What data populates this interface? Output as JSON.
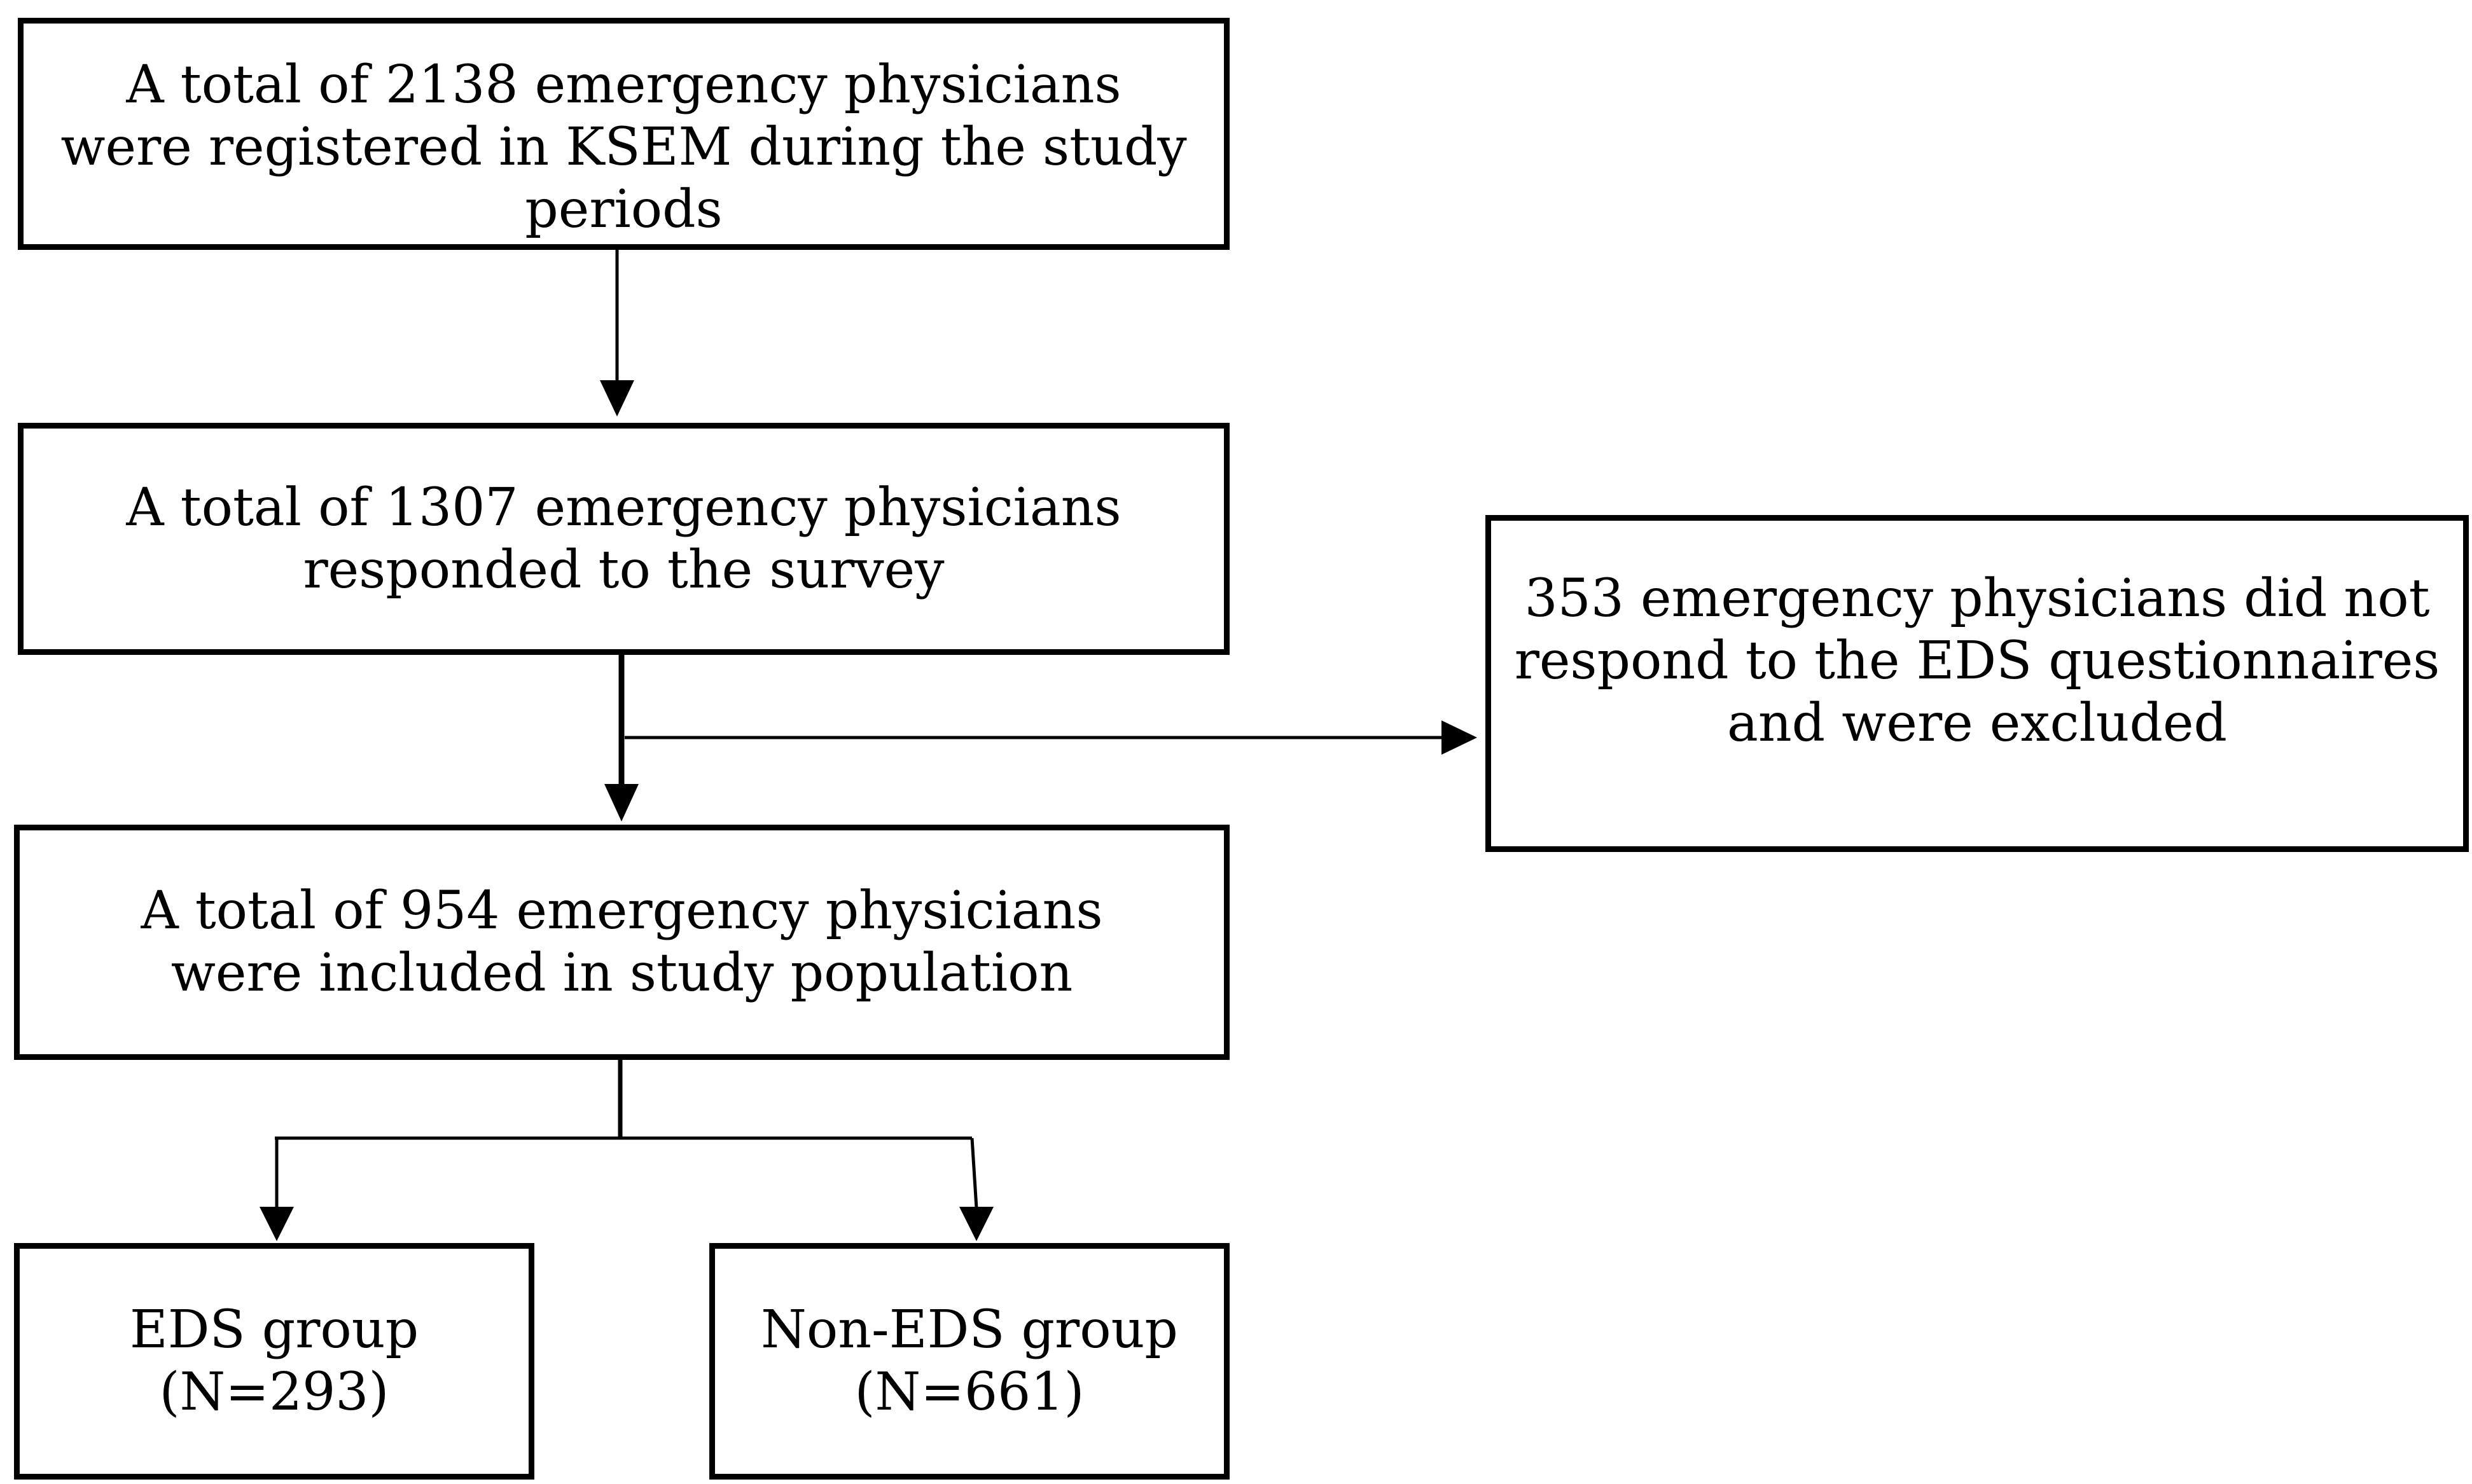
{
  "boxes": {
    "registered": {
      "lines": [
        "A total of 2138 emergency physicians",
        "were registered in KSEM during the study",
        "periods"
      ]
    },
    "responded": {
      "lines": [
        "A total of 1307 emergency physicians",
        "responded to the survey"
      ]
    },
    "excluded": {
      "lines": [
        "353 emergency physicians did not",
        "respond to the EDS questionnaires",
        "and were excluded"
      ]
    },
    "included": {
      "lines": [
        "A total of 954 emergency physicians",
        "were included in study population"
      ]
    },
    "eds_group": {
      "lines": [
        "EDS group",
        "(N=293)"
      ]
    },
    "non_eds_group": {
      "lines": [
        "Non-EDS group",
        "(N=661)"
      ]
    }
  }
}
